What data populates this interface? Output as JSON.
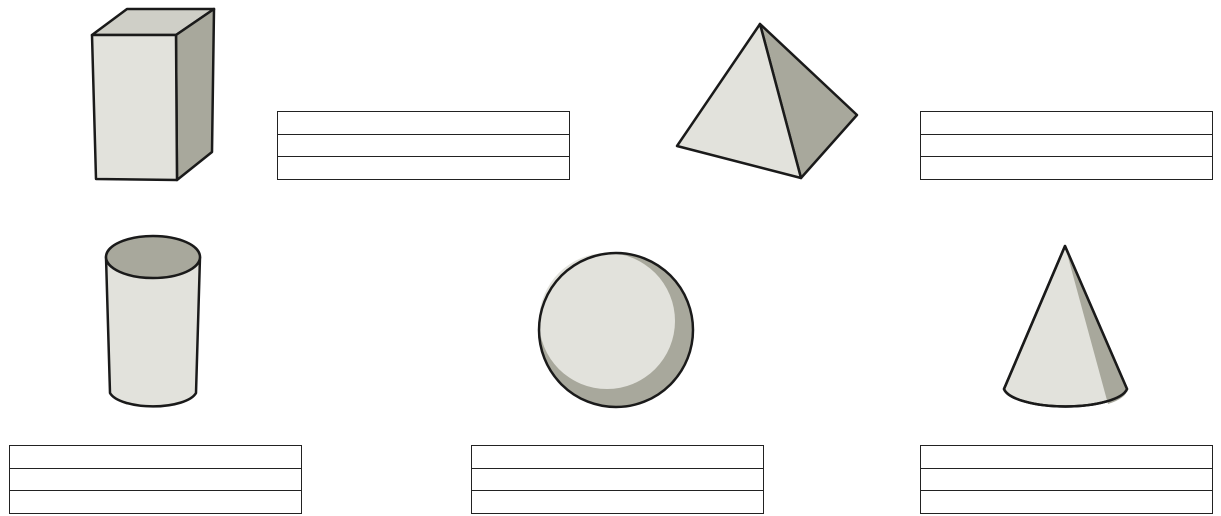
{
  "shapes": [
    {
      "id": "cuboid",
      "icon": "cuboid-icon"
    },
    {
      "id": "pyramid",
      "icon": "square-pyramid-icon"
    },
    {
      "id": "cylinder",
      "icon": "cylinder-icon"
    },
    {
      "id": "sphere",
      "icon": "sphere-icon"
    },
    {
      "id": "cone",
      "icon": "cone-icon"
    }
  ],
  "answer_boxes": {
    "cuboid": [
      "",
      "",
      ""
    ],
    "pyramid": [
      "",
      "",
      ""
    ],
    "cylinder": [
      "",
      "",
      ""
    ],
    "sphere": [
      "",
      "",
      ""
    ],
    "cone": [
      "",
      "",
      ""
    ]
  },
  "colors": {
    "face_light": "#e2e2dc",
    "face_dark": "#a8a89c",
    "outline": "#1a1a1a",
    "box_border": "#222222"
  }
}
